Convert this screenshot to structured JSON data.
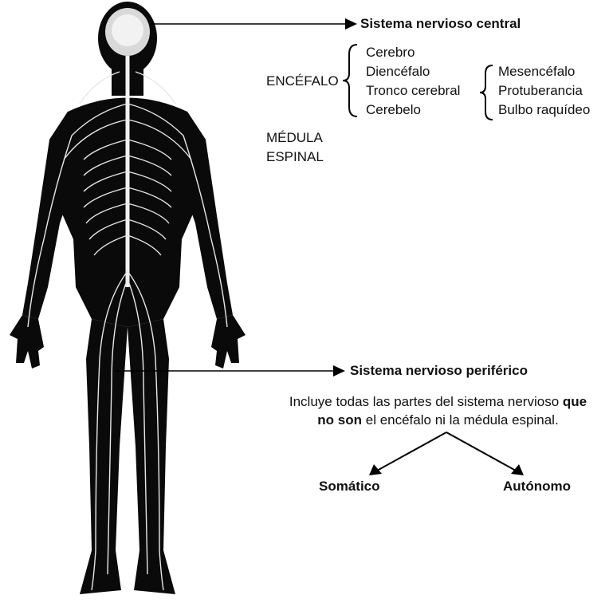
{
  "central": {
    "title": "Sistema nervioso central",
    "encefalo": "ENCÉFALO",
    "encefalo_parts": [
      "Cerebro",
      "Diencéfalo",
      "Tronco cerebral",
      "Cerebelo"
    ],
    "tronco_parts": [
      "Mesencéfalo",
      "Protuberancia",
      "Bulbo raquídeo"
    ],
    "medula_line1": "MÉDULA",
    "medula_line2": "ESPINAL"
  },
  "peripheral": {
    "title": "Sistema nervioso periférico",
    "desc_part1": "Incluye todas las partes del sistema nervioso ",
    "desc_bold1": "que",
    "desc_bold2": "no son",
    "desc_part2": " el encéfalo ni la médula espinal.",
    "branch_left": "Somático",
    "branch_right": "Autónomo"
  },
  "colors": {
    "body": "#0a0a0a",
    "nerve": "#e8e8e8",
    "brain": "#d9d9d9",
    "arrow": "#000000"
  }
}
